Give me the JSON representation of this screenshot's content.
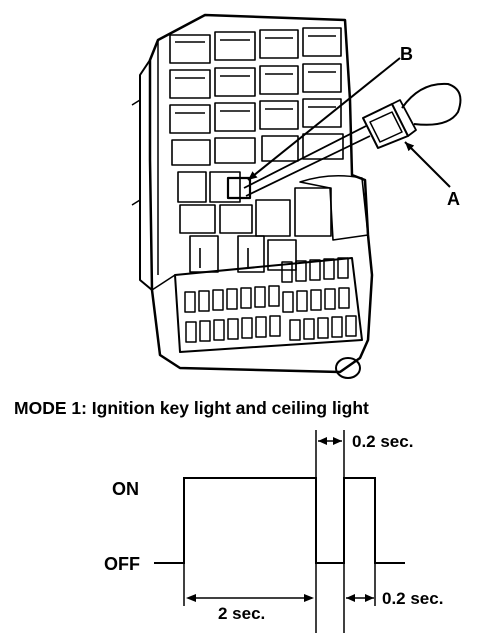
{
  "illustration": {
    "callout_a": "A",
    "callout_b": "B"
  },
  "mode": {
    "title": "MODE 1: Ignition key light and ceiling light"
  },
  "timing": {
    "on_label": "ON",
    "off_label": "OFF",
    "duration_on": "2 sec.",
    "duration_off_gap": "0.2 sec.",
    "duration_on_pulse": "0.2 sec."
  }
}
